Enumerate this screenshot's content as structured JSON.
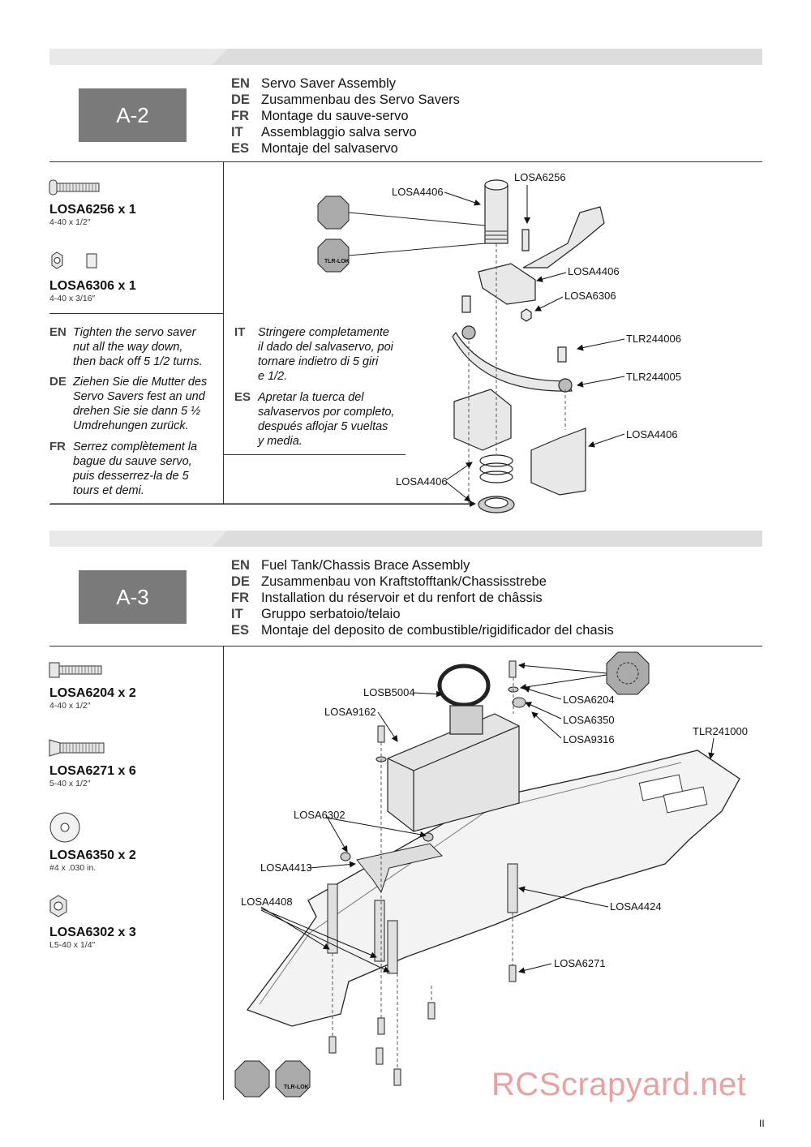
{
  "sections": [
    {
      "step": "A-2",
      "titles": [
        {
          "code": "EN",
          "text": "Servo Saver Assembly"
        },
        {
          "code": "DE",
          "text": "Zusammenbau des Servo Savers"
        },
        {
          "code": "FR",
          "text": "Montage du sauve-servo"
        },
        {
          "code": "IT",
          "text": "Assemblaggio salva servo"
        },
        {
          "code": "ES",
          "text": "Montaje del salvaservo"
        }
      ],
      "parts": [
        {
          "pn": "LOSA6256 x 1",
          "size": "4-40 x 1/2″",
          "icon": "button-head-screw-icon"
        },
        {
          "pn": "LOSA6306 x 1",
          "size": "4-40 x 3/16″",
          "icon": "locknut-icon"
        }
      ],
      "instructions": [
        {
          "code": "EN",
          "lines": [
            "Tighten the servo saver",
            "nut all the way down,",
            "then back off 5 1/2 turns."
          ]
        },
        {
          "code": "DE",
          "lines": [
            "Ziehen Sie die Mutter des",
            "Servo Savers fest an und",
            "drehen Sie sie dann 5 ½",
            "Umdrehungen zurück."
          ]
        },
        {
          "code": "FR",
          "lines": [
            "Serrez complètement la",
            "bague du sauve servo,",
            "puis desserrez-la de 5",
            "tours et demi."
          ]
        },
        {
          "code": "IT",
          "lines": [
            "Stringere completamente",
            "il dado del salvaservo, poi",
            "tornare indietro di 5 giri",
            "e 1/2."
          ]
        },
        {
          "code": "ES",
          "lines": [
            "Apretar la tuerca del",
            "salvaservos por completo,",
            "después aflojar 5 vueltas",
            "y media."
          ]
        }
      ],
      "labels": [
        "LOSA4406",
        "LOSA6256",
        "LOSA4406",
        "LOSA6306",
        "TLR244006",
        "TLR244005",
        "LOSA4406",
        "LOSA4406"
      ],
      "tlr_lok": "TLR-LOK"
    },
    {
      "step": "A-3",
      "titles": [
        {
          "code": "EN",
          "text": "Fuel Tank/Chassis Brace Assembly"
        },
        {
          "code": "DE",
          "text": "Zusammenbau von Kraftstofftank/Chassisstrebe"
        },
        {
          "code": "FR",
          "text": "Installation du réservoir et du renfort de châssis"
        },
        {
          "code": "IT",
          "text": "Gruppo serbatoio/telaio"
        },
        {
          "code": "ES",
          "text": "Montaje del deposito de combustible/rigidificador del chasis"
        }
      ],
      "parts": [
        {
          "pn": "LOSA6204 x 2",
          "size": "4-40 x 1/2″",
          "icon": "cap-screw-icon"
        },
        {
          "pn": "LOSA6271 x 6",
          "size": "5-40 x 1/2″",
          "icon": "flat-head-screw-icon"
        },
        {
          "pn": "LOSA6350 x 2",
          "size": "#4 x .030 in.",
          "icon": "washer-icon"
        },
        {
          "pn": "LOSA6302 x 3",
          "size": "L5-40 x 1/4″",
          "icon": "locknut-icon"
        }
      ],
      "labels": [
        "LOSB5004",
        "LOSA9162",
        "LOSA6204",
        "LOSA6350",
        "LOSA9316",
        "TLR241000",
        "LOSA6302",
        "LOSA4413",
        "LOSA4408",
        "LOSA4424",
        "LOSA6271"
      ],
      "tlr_lok": "TLR-LOK"
    }
  ],
  "watermark": "RCScrapyard.net",
  "page_number": "II"
}
